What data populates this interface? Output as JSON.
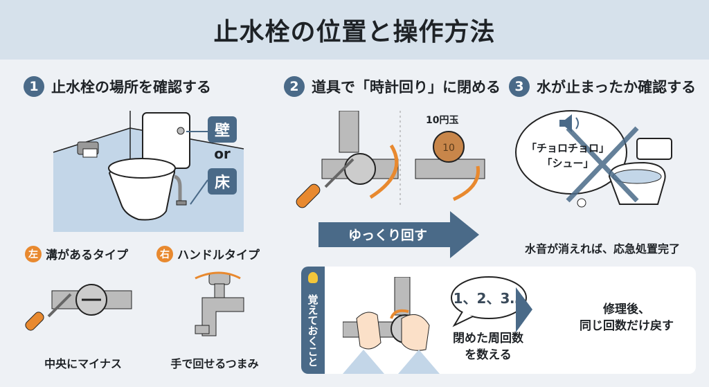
{
  "title": "止水栓の位置と操作方法",
  "steps": [
    {
      "num": "1",
      "label": "止水栓の場所を確認する"
    },
    {
      "num": "2",
      "label": "道具で「時計回り」に閉める"
    },
    {
      "num": "3",
      "label": "水が止まったか確認する"
    }
  ],
  "location": {
    "wall": "壁",
    "or": "or",
    "floor": "床"
  },
  "types": [
    {
      "side": "左",
      "label": "溝があるタイプ",
      "caption": "中央にマイナス"
    },
    {
      "side": "右",
      "label": "ハンドルタイプ",
      "caption": "手で回せるつまみ"
    }
  ],
  "coin_label": "10円玉",
  "coin_text": "10",
  "banner": "ゆっくり回す",
  "sound": {
    "line1": "「チョロチョロ」",
    "line2": "「シュー」"
  },
  "step3_caption": "水音が消えれば、応急処置完了",
  "memo": {
    "tab": "覚えておくこと",
    "bubble": "1、2、3…",
    "count_line1": "閉めた周回数",
    "count_line2": "を数える",
    "after_line1": "修理後、",
    "after_line2": "同じ回数だけ戻す"
  },
  "colors": {
    "accent": "#4a6a88",
    "orange": "#e8892f",
    "floor": "#c3d6e8"
  }
}
